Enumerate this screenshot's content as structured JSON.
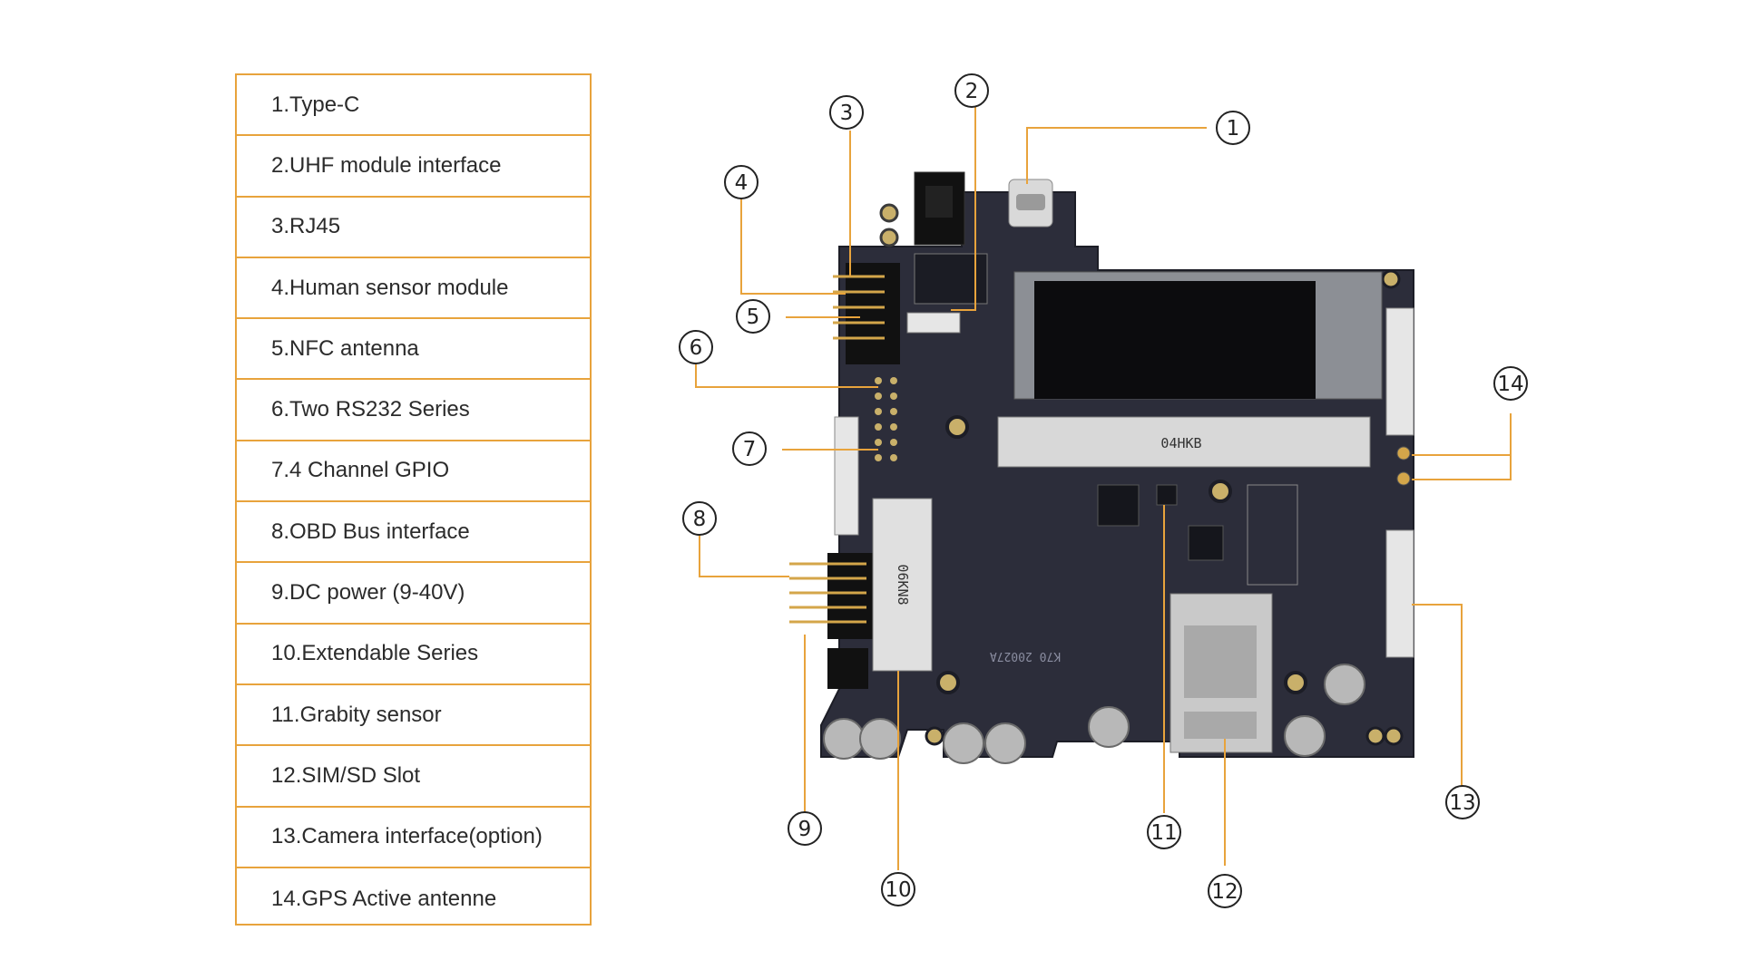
{
  "legend": {
    "items": [
      {
        "label": "1.Type-C"
      },
      {
        "label": "2.UHF module interface"
      },
      {
        "label": "3.RJ45"
      },
      {
        "label": "4.Human sensor module"
      },
      {
        "label": "5.NFC antenna"
      },
      {
        "label": "6.Two RS232 Series"
      },
      {
        "label": "7.4 Channel GPIO"
      },
      {
        "label": "8.OBD Bus interface"
      },
      {
        "label": "9.DC power   (9-40V)"
      },
      {
        "label": "10.Extendable Series"
      },
      {
        "label": "11.Grabity sensor"
      },
      {
        "label": "12.SIM/SD Slot"
      },
      {
        "label": "13.Camera interface(option)"
      },
      {
        "label": "14.GPS Active antenne"
      }
    ]
  },
  "callouts": [
    "1",
    "2",
    "3",
    "4",
    "5",
    "6",
    "7",
    "8",
    "9",
    "10",
    "11",
    "12",
    "13",
    "14"
  ],
  "board_text": {
    "module_mark": "04HKB",
    "slot_mark": "06KN8",
    "pcb_code": "K70 20027A"
  },
  "colors": {
    "accent": "#E8A33C",
    "board": "#2c2d3a",
    "leader": "#E8A33C"
  }
}
